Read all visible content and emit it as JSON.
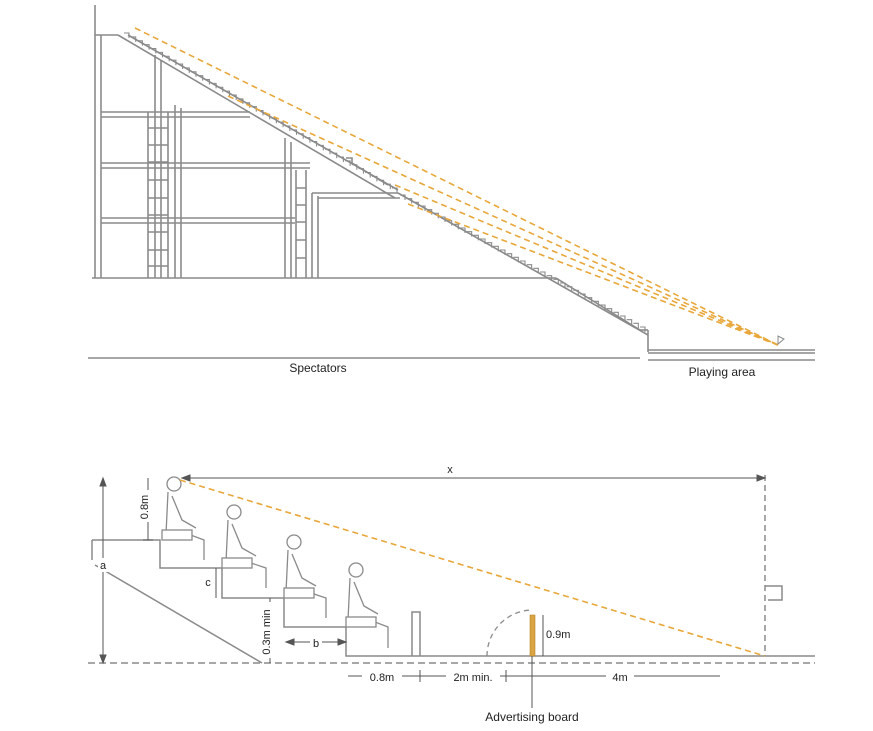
{
  "labels": {
    "spectators": "Spectators",
    "playing_area": "Playing area",
    "x": "x",
    "a": "a",
    "c": "c",
    "b": "b",
    "eye_height": "0.8m",
    "riser_min": "0.3m min",
    "board_height": "0.9m",
    "gap_front": "0.8m",
    "gap_board": "2m min.",
    "gap_play": "4m",
    "advertising_board": "Advertising board"
  },
  "colors": {
    "structure": "#8a8a8a",
    "sightline": "#e8a73a",
    "text": "#222222"
  }
}
